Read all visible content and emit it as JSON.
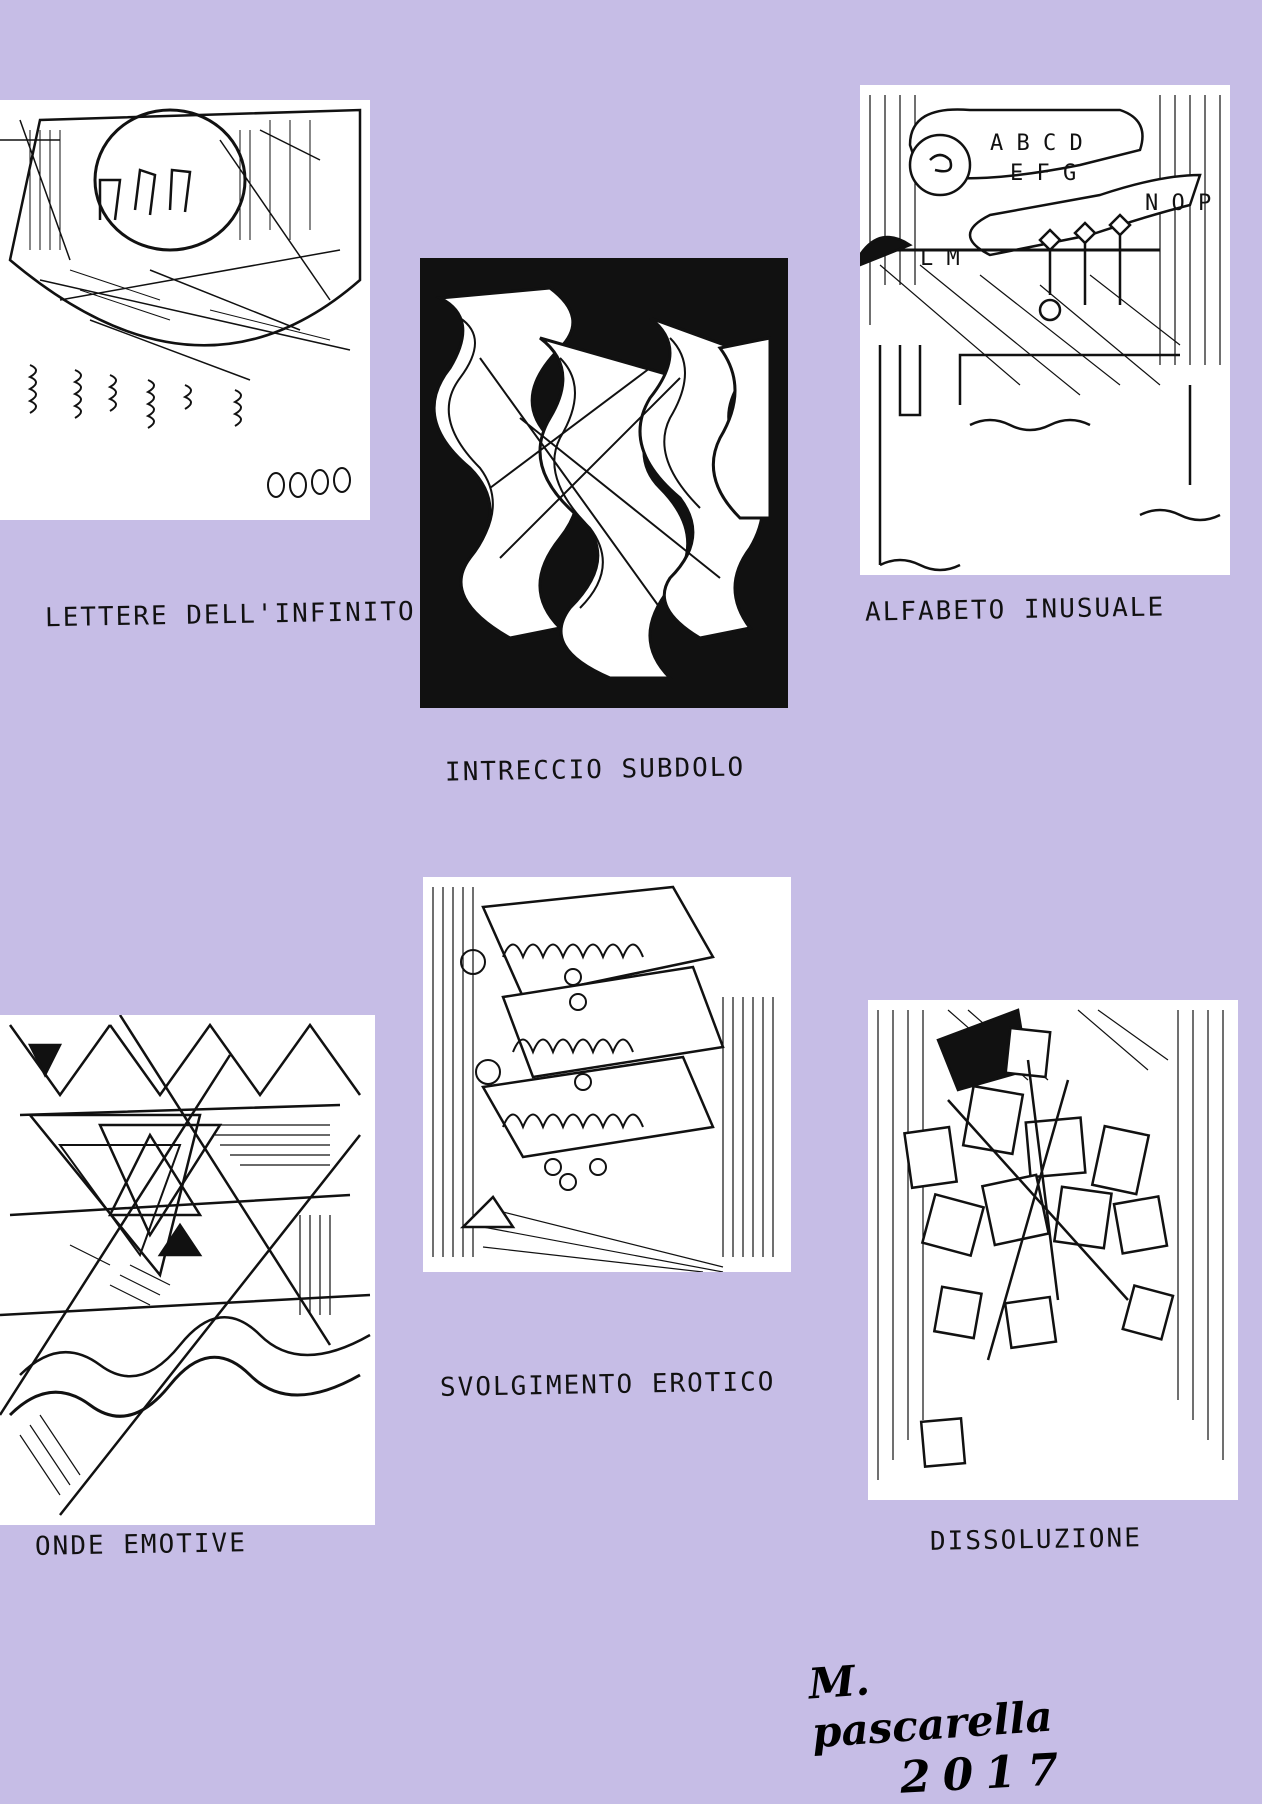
{
  "drawings": [
    {
      "id": "lettere",
      "caption": "LETTERE DELL'INFINITO"
    },
    {
      "id": "intreccio",
      "caption": "INTRECCIO SUBDOLO"
    },
    {
      "id": "alfabeto",
      "caption": "ALFABETO INUSUALE",
      "letters_row1": "A B C D",
      "letters_row2": "E F G",
      "letters_row3": "N O P",
      "letters_row4": "L M"
    },
    {
      "id": "onde",
      "caption": "ONDE EMOTIVE"
    },
    {
      "id": "svolgimento",
      "caption": "SVOLGIMENTO EROTICO"
    },
    {
      "id": "dissoluzione",
      "caption": "DISSOLUZIONE"
    }
  ],
  "signature": {
    "name": "M. pascarella",
    "year": "2017"
  },
  "colors": {
    "background": "#c6bde6",
    "ink": "#111111",
    "paper": "#ffffff"
  }
}
